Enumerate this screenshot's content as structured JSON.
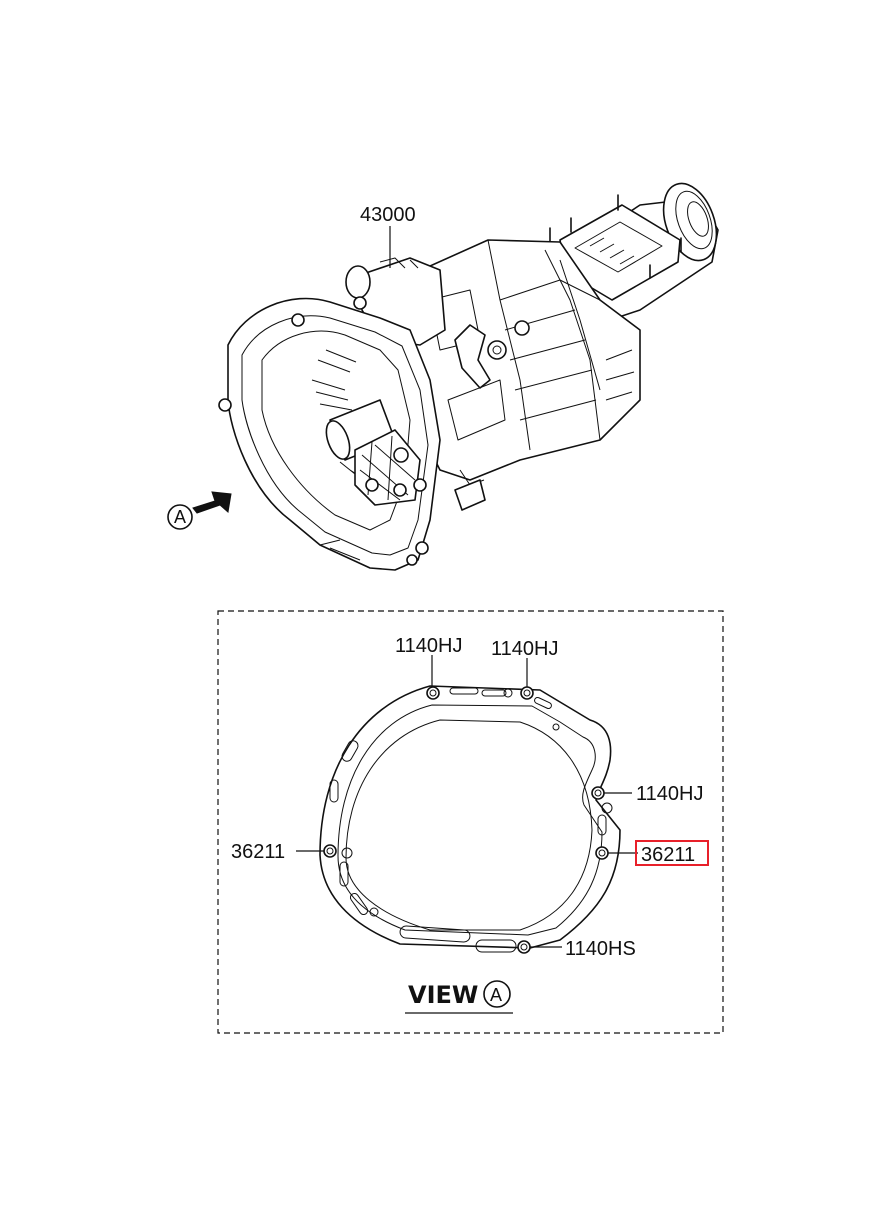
{
  "transmission": {
    "part_number": "43000"
  },
  "view_marker": {
    "letter": "A"
  },
  "view_box": {
    "title": "VIEW",
    "letter": "A",
    "labels": {
      "bolt_top_left": "1140HJ",
      "bolt_top_right": "1140HJ",
      "bolt_right": "1140HJ",
      "pin_left": "36211",
      "pin_right": "36211",
      "bolt_bottom": "1140HS"
    },
    "highlight_color": "#e8202a"
  }
}
